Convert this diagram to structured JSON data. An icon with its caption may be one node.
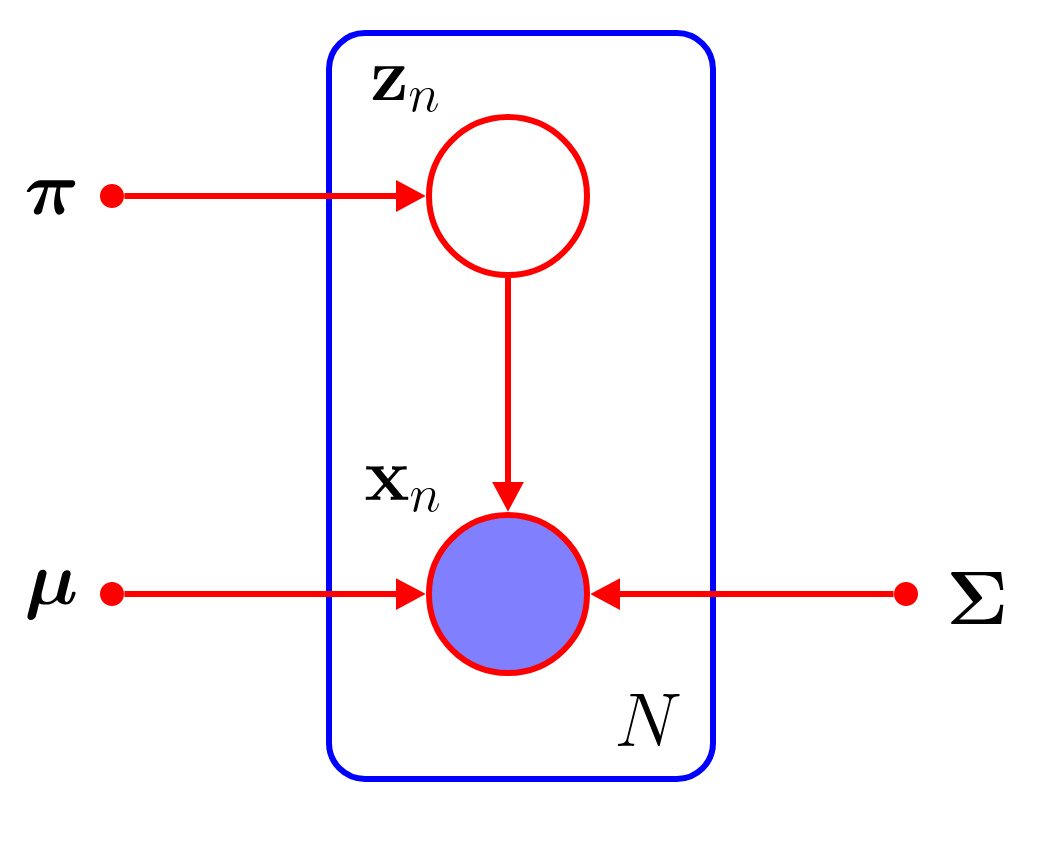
{
  "diagram": {
    "nodes": [
      {
        "text": [
          "N"
        ]
      },
      {
        "text": [
          "\\boldsymbol{\\pi}"
        ]
      },
      {
        "text": [
          "\\mathbf{z}_n"
        ],
        "in": 0
      },
      {
        "text": [
          "\\boldsymbol{\\mu}"
        ]
      },
      {
        "text": [
          "\\mathbf{x}_n"
        ],
        "in": 0
      },
      {
        "text": [
          "\\boldsymbol{\\Sigma}"
        ]
      }
    ],
    "edges": [
      {
        "from": 1,
        "to": 2,
        "arrow": "to"
      },
      {
        "from": 2,
        "to": 4,
        "arrow": "to"
      },
      {
        "from": 3,
        "to": 4,
        "arrow": "to"
      },
      {
        "from": 5,
        "to": 4,
        "arrow": "to"
      }
    ]
  }
}
